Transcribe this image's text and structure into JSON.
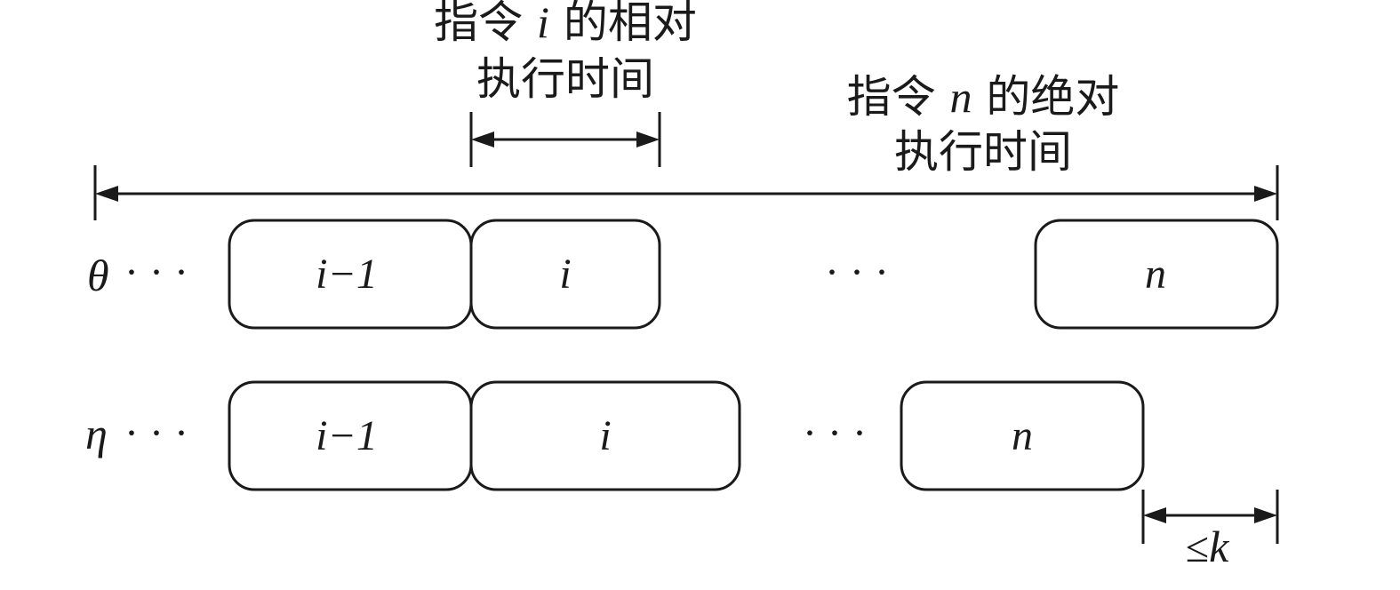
{
  "relative_label": {
    "line1_prefix": "指令 ",
    "line1_var": "i",
    "line1_suffix": " 的相对",
    "line2": "执行时间"
  },
  "absolute_label": {
    "line1_prefix": "指令 ",
    "line1_var": "n",
    "line1_suffix": " 的绝对",
    "line2": "执行时间"
  },
  "rows": [
    {
      "label": "θ",
      "ellipsis": "· · ·",
      "boxes": [
        "i−1",
        "i"
      ],
      "middle_ellipsis": "· · ·",
      "last_box": "n"
    },
    {
      "label": "η",
      "ellipsis": "· · ·",
      "boxes": [
        "i−1",
        "i"
      ],
      "middle_ellipsis": "· · ·",
      "last_box": "n"
    }
  ],
  "bound_label": {
    "symbol": "≤",
    "var": "k"
  }
}
